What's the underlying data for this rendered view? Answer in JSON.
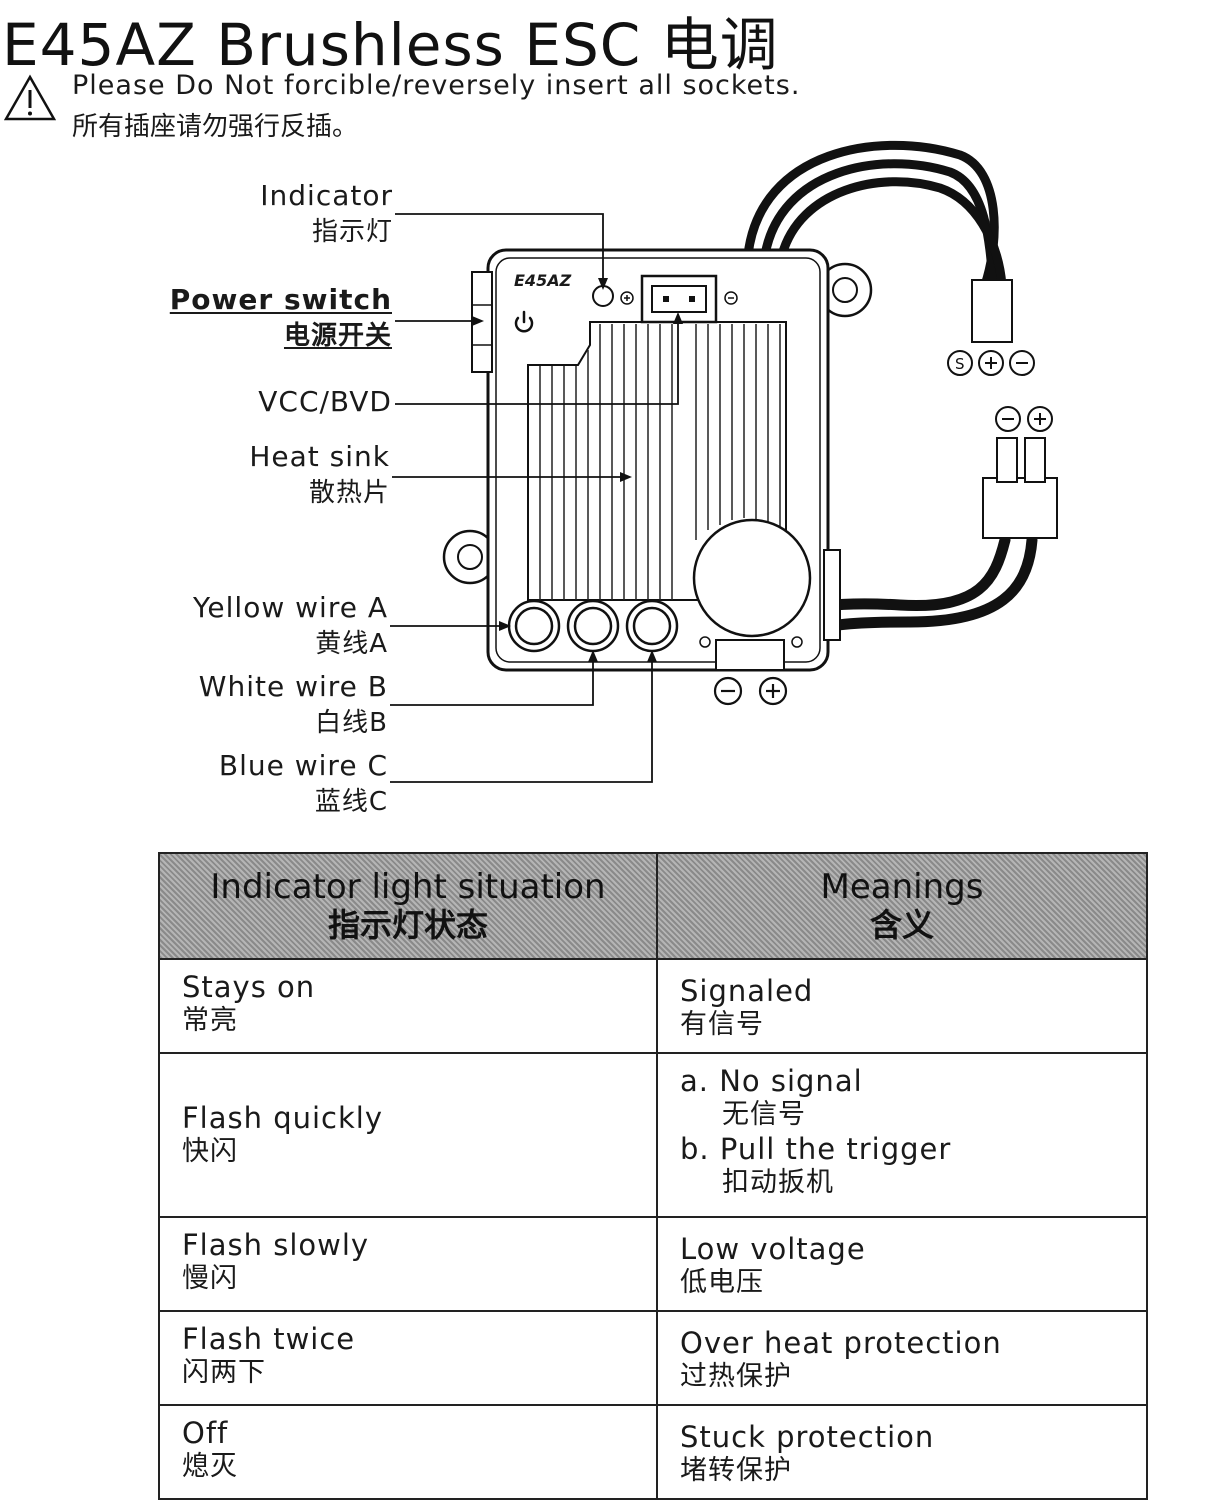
{
  "title": "E45AZ Brushless ESC 电调",
  "warning": {
    "icon": "warning-triangle-icon",
    "text_en": "Please Do Not forcible/reversely insert all sockets.",
    "text_zh": "所有插座请勿强行反插。"
  },
  "diagram": {
    "model_label": "E45AZ",
    "labels": {
      "indicator": {
        "en": "Indicator",
        "zh": "指示灯"
      },
      "power_switch": {
        "en": "Power switch",
        "zh": "电源开关"
      },
      "vcc_bvd": {
        "en": "VCC/BVD"
      },
      "heat_sink": {
        "en": "Heat sink",
        "zh": "散热片"
      },
      "yellow_wire": {
        "en": "Yellow wire A",
        "zh": "黄线A"
      },
      "white_wire": {
        "en": "White wire B",
        "zh": "白线B"
      },
      "blue_wire": {
        "en": "Blue wire C",
        "zh": "蓝线C"
      }
    },
    "symbols": {
      "receiver_plug": "S+−",
      "battery_plug": "−+",
      "board_terminals": "− +"
    }
  },
  "table": {
    "headers": [
      {
        "en": "Indicator light situation",
        "zh": "指示灯状态"
      },
      {
        "en": "Meanings",
        "zh": "含义"
      }
    ],
    "rows": [
      {
        "state": {
          "en": "Stays on",
          "zh": "常亮"
        },
        "meaning": [
          {
            "en": "Signaled",
            "zh": "有信号"
          }
        ]
      },
      {
        "state": {
          "en": "Flash quickly",
          "zh": "快闪"
        },
        "meaning": [
          {
            "en": "a. No signal",
            "zh": "无信号"
          },
          {
            "en": "b. Pull the trigger",
            "zh": "扣动扳机"
          }
        ]
      },
      {
        "state": {
          "en": "Flash slowly",
          "zh": "慢闪"
        },
        "meaning": [
          {
            "en": "Low voltage",
            "zh": "低电压"
          }
        ]
      },
      {
        "state": {
          "en": "Flash twice",
          "zh": "闪两下"
        },
        "meaning": [
          {
            "en": "Over heat protection",
            "zh": "过热保护"
          }
        ]
      },
      {
        "state": {
          "en": "Off",
          "zh": "熄灭"
        },
        "meaning": [
          {
            "en": "Stuck protection",
            "zh": "堵转保护"
          }
        ]
      }
    ]
  }
}
